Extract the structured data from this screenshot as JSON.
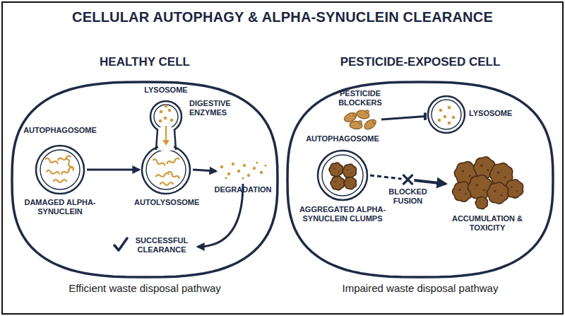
{
  "diagram": {
    "title": "CELLULAR AUTOPHAGY & ALPHA-SYNUCLEIN CLEARANCE",
    "nodes": [
      {
        "text": [
          "HEALTHY CELL"
        ]
      },
      {
        "text": [
          "AUTOPHAGOSOME",
          "DAMAGED ALPHA-SYNUCLEIN"
        ],
        "in": 0
      },
      {
        "text": [
          "LYSOSOME",
          "DIGESTIVE ENZYMES",
          "AUTOLYSOSOME"
        ],
        "in": 0
      },
      {
        "text": [
          "DEGRADATION"
        ],
        "in": 0
      },
      {
        "text": [
          "SUCCESSFUL CLEARANCE"
        ],
        "in": 0
      },
      {
        "text": [
          "PESTICIDE-EXPOSED CELL"
        ]
      },
      {
        "text": [
          "PESTICIDE BLOCKERS"
        ],
        "in": 5
      },
      {
        "text": [
          "LYSOSOME"
        ],
        "in": 5
      },
      {
        "text": [
          "AUTOPHAGOSOME",
          "AGGREGATED ALPHA-SYNUCLEIN CLUMPS"
        ],
        "in": 5
      },
      {
        "text": [
          "ACCUMULATION & TOXICITY"
        ],
        "in": 5
      }
    ],
    "edges": [
      {
        "from": 1,
        "to": 2,
        "arrow": "to"
      },
      {
        "from": 2,
        "to": 3,
        "arrow": "to"
      },
      {
        "from": 3,
        "to": 4,
        "arrow": "to"
      },
      {
        "from": 6,
        "to": 7,
        "arrow": "to"
      },
      {
        "from": 8,
        "to": 9,
        "label": "BLOCKED FUSION",
        "arrow": "to"
      }
    ],
    "labels": [
      "Efficient waste disposal pathway",
      "Impaired waste disposal pathway"
    ]
  }
}
